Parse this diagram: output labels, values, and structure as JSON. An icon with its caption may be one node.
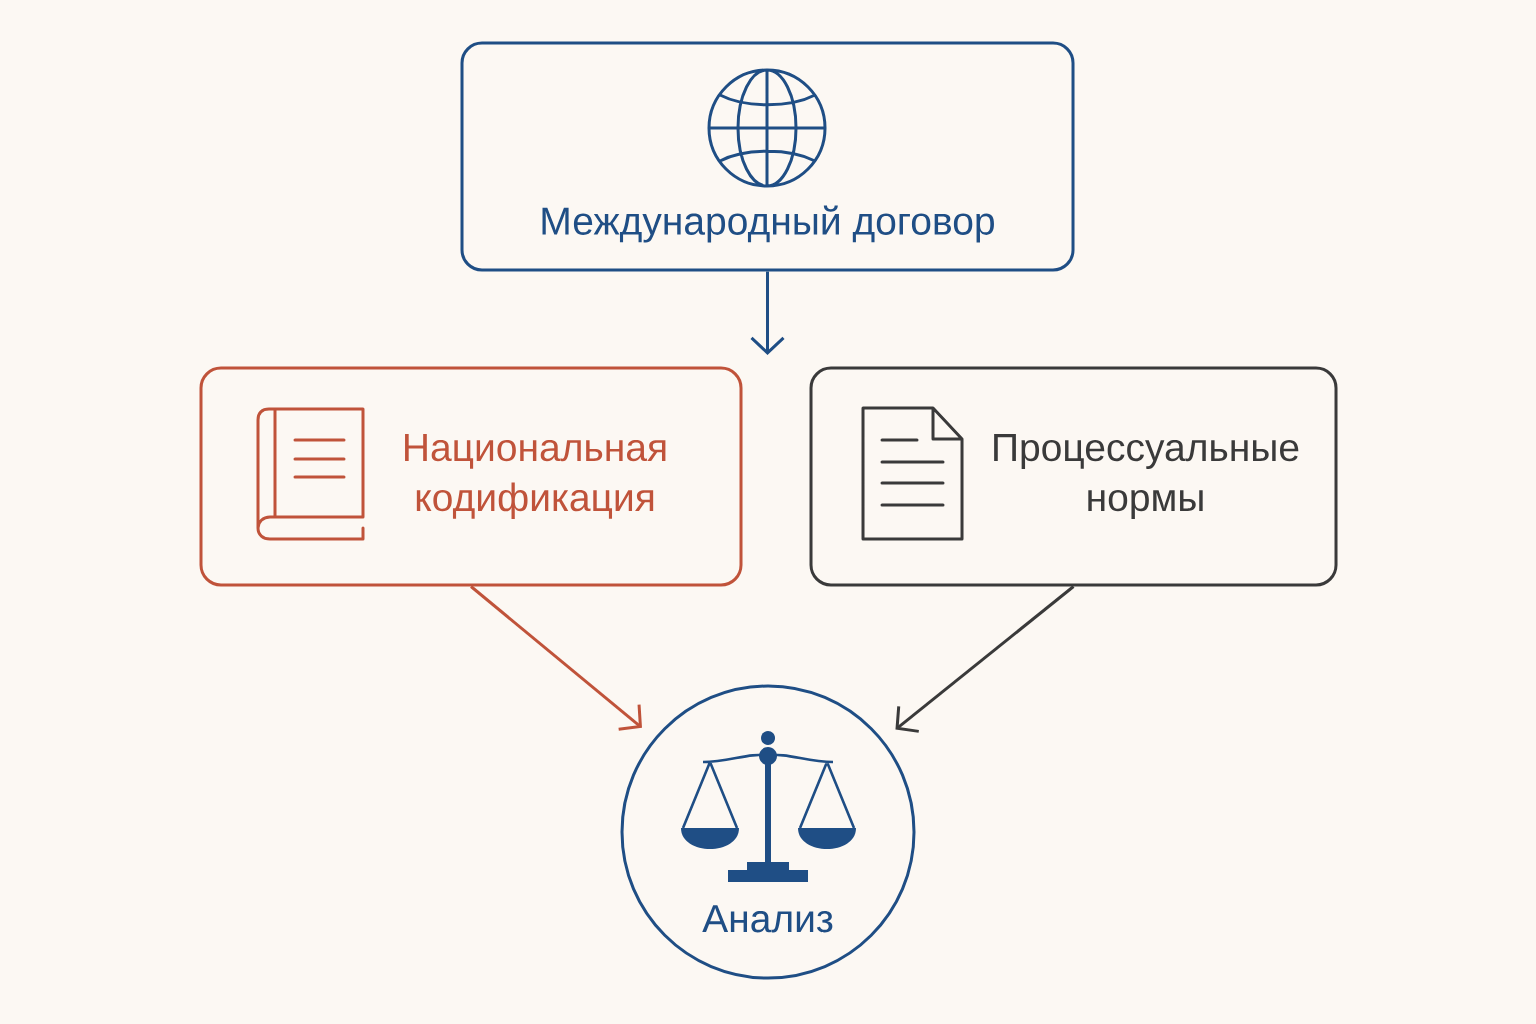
{
  "diagram": {
    "nodes": [
      {
        "text": [
          "Международный договор"
        ]
      },
      {
        "text": [
          "Национальная кодификация"
        ]
      },
      {
        "text": [
          "Процессуальные нормы"
        ]
      },
      {
        "text": [
          "Анализ"
        ]
      }
    ],
    "edges": [
      {
        "from": 0,
        "to": null,
        "arrow": "to",
        "color": "#1f4e85"
      },
      {
        "from": 1,
        "to": 3,
        "arrow": "to",
        "color": "#c0533a"
      },
      {
        "from": 2,
        "to": 3,
        "arrow": "to",
        "color": "#3a3a3a"
      }
    ]
  }
}
